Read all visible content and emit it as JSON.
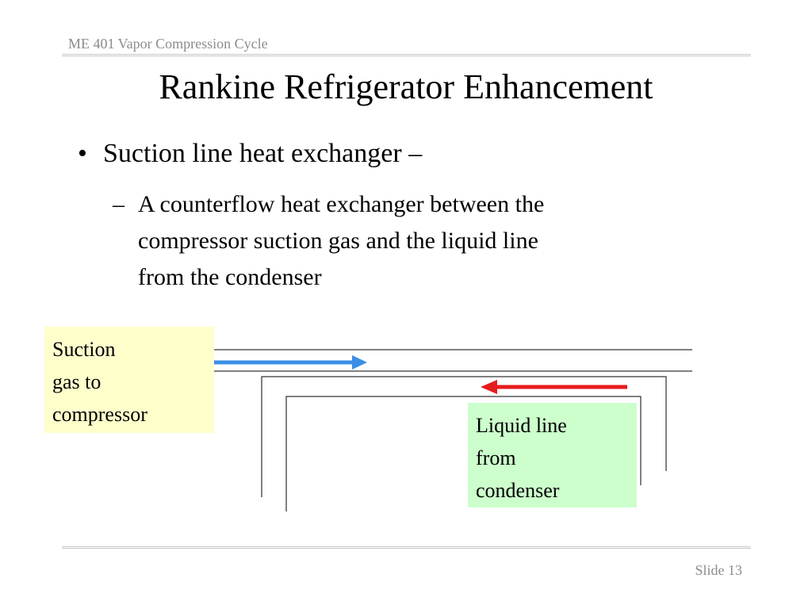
{
  "header": {
    "course": "ME 401 Vapor Compression Cycle"
  },
  "title": "Rankine Refrigerator Enhancement",
  "bullets": {
    "main": {
      "mark": "•",
      "text": "Suction line heat exchanger –"
    },
    "sub": {
      "mark": "–",
      "lines": [
        "A counterflow heat exchanger between the",
        "compressor suction gas  and the liquid line",
        "from the condenser"
      ]
    }
  },
  "diagram": {
    "suction_label": [
      "Suction",
      "gas to",
      "compressor"
    ],
    "liquid_label": [
      "Liquid line",
      "from",
      "condenser"
    ],
    "colors": {
      "suction_fill": "#ffffcc",
      "liquid_fill": "#ccffcc",
      "suction_arrow": "#3b8fe6",
      "liquid_arrow": "#e61c1c"
    }
  },
  "footer": {
    "slide_label": "Slide 13"
  }
}
